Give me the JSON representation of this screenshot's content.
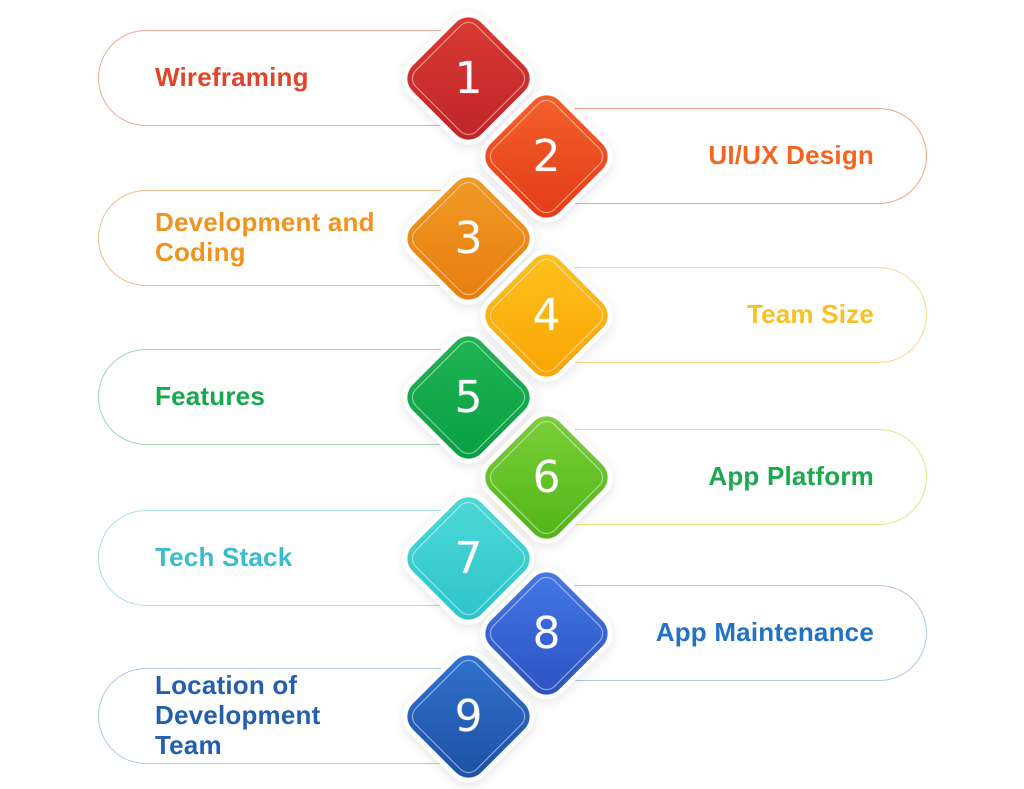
{
  "page": {
    "background": "#ffffff",
    "description": "Nine-step zigzag infographic of numbered diamonds with labeled capsule outlines"
  },
  "steps": [
    {
      "number": "1",
      "label": "Wireframing",
      "side": "left",
      "colors": {
        "label": "#e0442a",
        "diamond_start": "#da3c34",
        "diamond_end": "#be2327",
        "pill_border": "#efa79e"
      }
    },
    {
      "number": "2",
      "label": "UI/UX Design",
      "side": "right",
      "colors": {
        "label": "#f2661f",
        "diamond_start": "#f4622c",
        "diamond_end": "#e23a17",
        "pill_border": "#f2a687"
      }
    },
    {
      "number": "3",
      "label": "Development and\nCoding",
      "side": "left",
      "colors": {
        "label": "#f0931f",
        "diamond_start": "#f29a28",
        "diamond_end": "#e67c0c",
        "pill_border": "#f3bd84"
      }
    },
    {
      "number": "4",
      "label": "Team Size",
      "side": "right",
      "colors": {
        "label": "#f7c122",
        "diamond_start": "#fdc220",
        "diamond_end": "#f9a300",
        "pill_border": "#f8d98e"
      }
    },
    {
      "number": "5",
      "label": "Features",
      "side": "left",
      "colors": {
        "label": "#13a94d",
        "diamond_start": "#21b554",
        "diamond_end": "#079e43",
        "pill_border": "#9bd8b0"
      }
    },
    {
      "number": "6",
      "label": "App Platform",
      "side": "right",
      "colors": {
        "label": "#1ca94e",
        "diamond_start": "#7ed03b",
        "diamond_end": "#4db317",
        "pill_border": "#dde982"
      }
    },
    {
      "number": "7",
      "label": "Tech Stack",
      "side": "left",
      "colors": {
        "label": "#38bcce",
        "diamond_start": "#4fd9d6",
        "diamond_end": "#2cc3cb",
        "pill_border": "#a8e2ea"
      }
    },
    {
      "number": "8",
      "label": "App Maintenance",
      "side": "right",
      "colors": {
        "label": "#2273c8",
        "diamond_start": "#4679e8",
        "diamond_end": "#2a50bf",
        "pill_border": "#afc6ec"
      }
    },
    {
      "number": "9",
      "label": "Location of\nDevelopment\nTeam",
      "side": "left",
      "colors": {
        "label": "#245fae",
        "diamond_start": "#3273d2",
        "diamond_end": "#1c4fa0",
        "pill_border": "#afcbea"
      }
    }
  ]
}
